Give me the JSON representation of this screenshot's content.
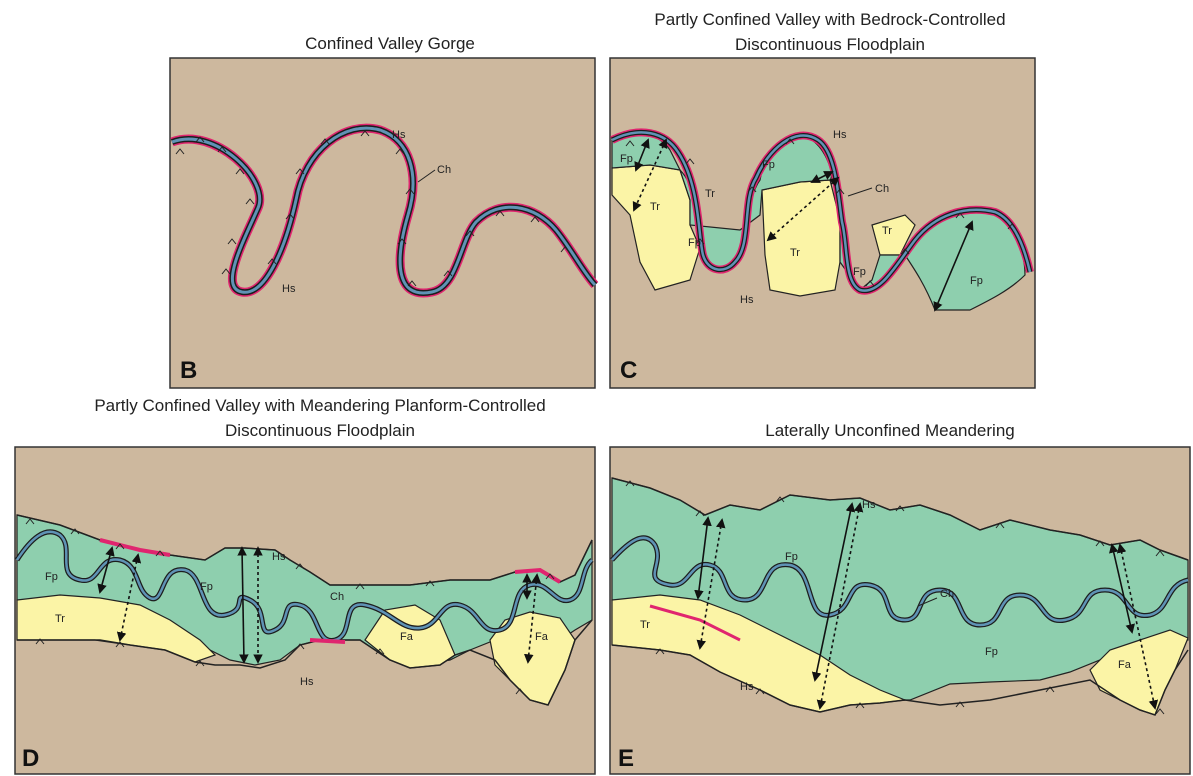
{
  "panels": [
    {
      "letter": "B",
      "title": "Confined Valley Gorge",
      "labels": {
        "hs_top": "Hs",
        "hs_bottom": "Hs",
        "ch": "Ch"
      }
    },
    {
      "letter": "C",
      "title_line1": "Partly Confined Valley with Bedrock-Controlled",
      "title_line2": "Discontinuous Floodplain",
      "labels": {
        "fp1": "Fp",
        "fp2": "Fp",
        "fp3": "Fp",
        "fp4": "Fp",
        "fp5": "Fp",
        "tr1": "Tr",
        "tr2": "Tr",
        "tr3": "Tr",
        "tr4": "Tr",
        "hs_top": "Hs",
        "hs_bottom": "Hs",
        "ch": "Ch"
      }
    },
    {
      "letter": "D",
      "title_line1": "Partly Confined Valley with Meandering Planform-Controlled",
      "title_line2": "Discontinuous Floodplain",
      "labels": {
        "fp1": "Fp",
        "fp2": "Fp",
        "tr": "Tr",
        "fa1": "Fa",
        "fa2": "Fa",
        "hs_top": "Hs",
        "hs_bottom": "Hs",
        "ch": "Ch"
      }
    },
    {
      "letter": "E",
      "title": "Laterally Unconfined Meandering",
      "labels": {
        "fp1": "Fp",
        "fp2": "Fp",
        "tr": "Tr",
        "fa": "Fa",
        "hs_top": "Hs",
        "hs_bottom": "Hs",
        "ch": "Ch"
      }
    }
  ],
  "colors": {
    "hillslope": "#cdb89e",
    "floodplain": "#8ecfae",
    "terrace": "#fbf4a6",
    "channel": "#5f93b5",
    "bedrock_margin": "#e0256f",
    "outline": "#222222"
  }
}
